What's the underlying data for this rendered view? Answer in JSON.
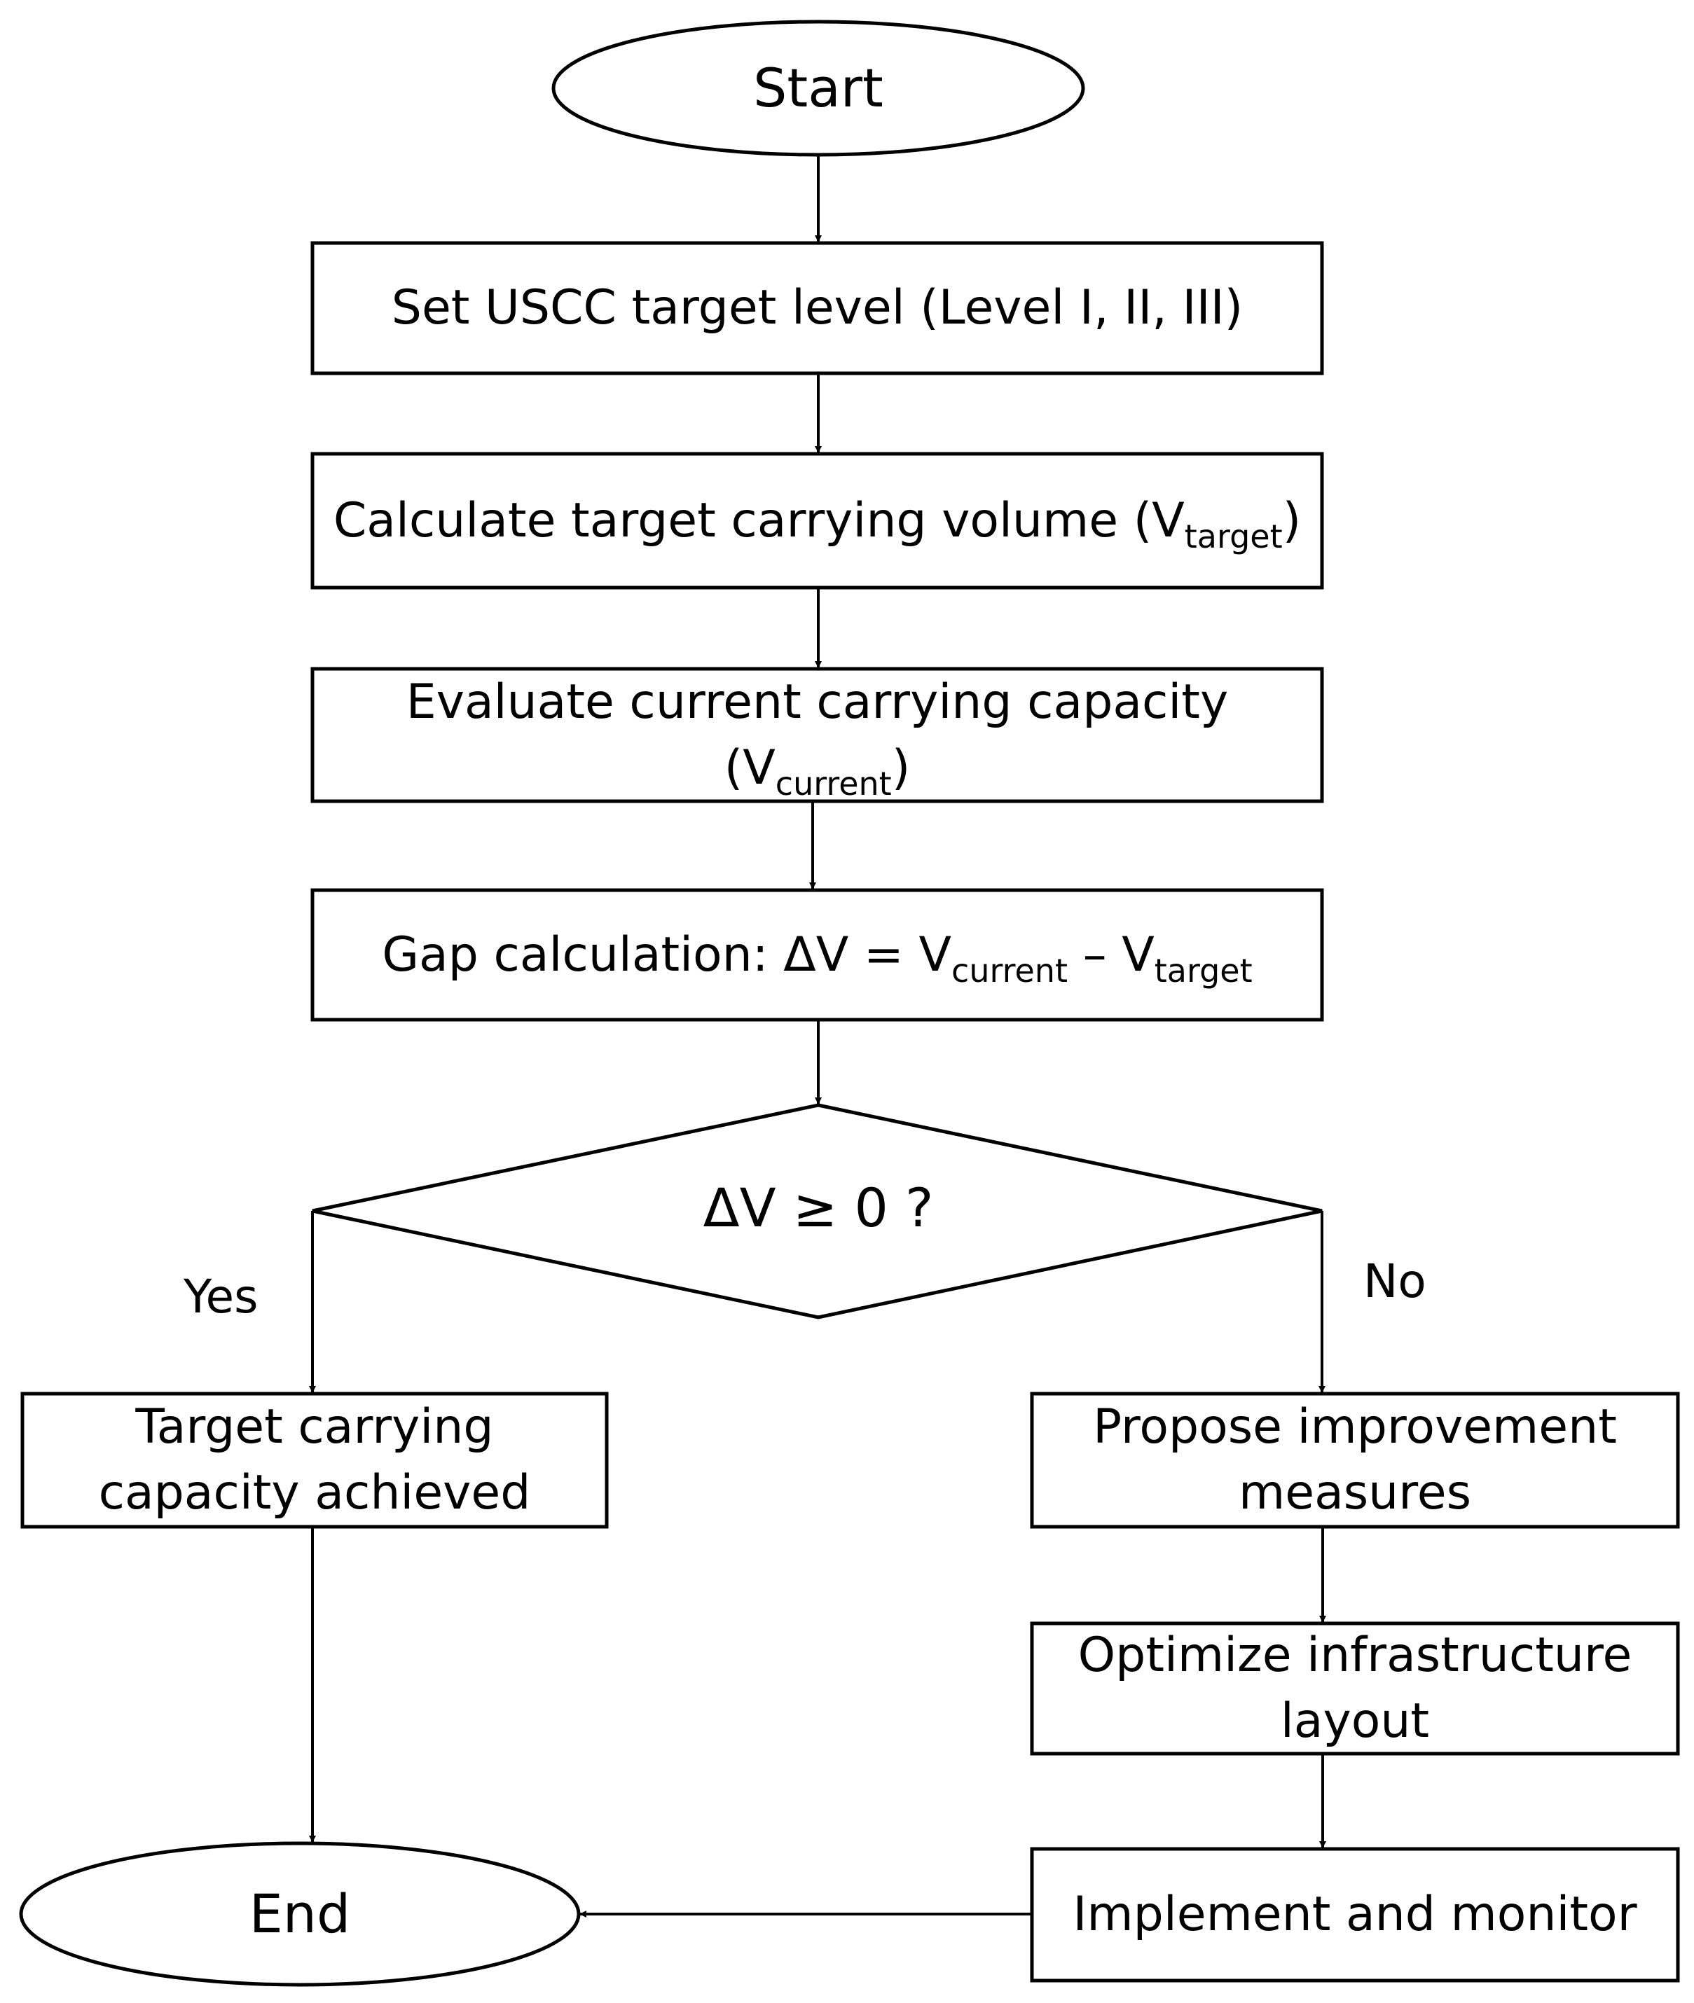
{
  "nodes": {
    "start": "Start",
    "set_target": "Set USCC target level (Level I, II, III)",
    "calc_target": {
      "text": "Calculate target carrying volume (V",
      "sub": "target",
      "close": ")"
    },
    "eval_current": {
      "line1": "Evaluate current carrying capacity",
      "pre": "(V",
      "sub": "current",
      "close": ")"
    },
    "gap": {
      "text": "Gap calculation: ΔV = V",
      "sub1": "current",
      "mid": " – V",
      "sub2": "target"
    },
    "decision": "ΔV ≥ 0 ?",
    "achieved": {
      "line1": "Target carrying",
      "line2": "capacity achieved"
    },
    "propose": {
      "line1": "Propose improvement",
      "line2": "measures"
    },
    "optimize": {
      "line1": "Optimize infrastructure",
      "line2": "layout"
    },
    "implement": "Implement and monitor",
    "end": "End"
  },
  "edge_labels": {
    "yes": "Yes",
    "no": "No"
  },
  "colors": {
    "stroke": "#000000",
    "background": "#ffffff",
    "text": "#000000"
  }
}
